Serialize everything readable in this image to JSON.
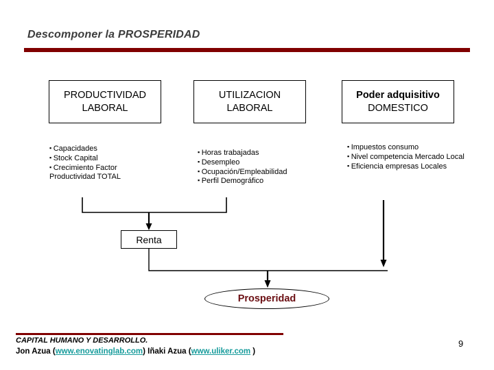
{
  "slide": {
    "title": "Descomponer la PROSPERIDAD",
    "accent_color": "#800000",
    "title_color": "#3c3c3c"
  },
  "columns": [
    {
      "id": "productividad-laboral",
      "heading_line1": "PRODUCTIVIDAD",
      "heading_line2": "LABORAL",
      "bullets": [
        "Capacidades",
        "Stock Capital",
        "Crecimiento Factor Productividad TOTAL"
      ]
    },
    {
      "id": "utilizacion-laboral",
      "heading_line1": "UTILIZACION",
      "heading_line2": "LABORAL",
      "bullets": [
        "Horas trabajadas",
        "Desempleo",
        "Ocupación/Empleabilidad",
        "Perfil Demográfico"
      ]
    },
    {
      "id": "poder-adquisitivo-domestico",
      "heading_line1": "Poder adquisitivo",
      "heading_line2": "DOMESTICO",
      "bullets": [
        "Impuestos consumo",
        "Nivel competencia Mercado Local",
        "Eficiencia empresas Locales"
      ]
    }
  ],
  "nodes": {
    "renta": "Renta",
    "prosperidad": "Prosperidad",
    "prosperidad_color": "#6b0f13"
  },
  "footer": {
    "line1": "CAPITAL HUMANO Y DESARROLLO.",
    "author1_name": "Jon Azua (",
    "author1_link": "www.enovatinglab.com",
    "mid_text": ") Iñaki Azua (",
    "author2_link": "www.uliker.com",
    "tail_text": " )",
    "link_color": "#169b9b",
    "page_number": "9"
  }
}
